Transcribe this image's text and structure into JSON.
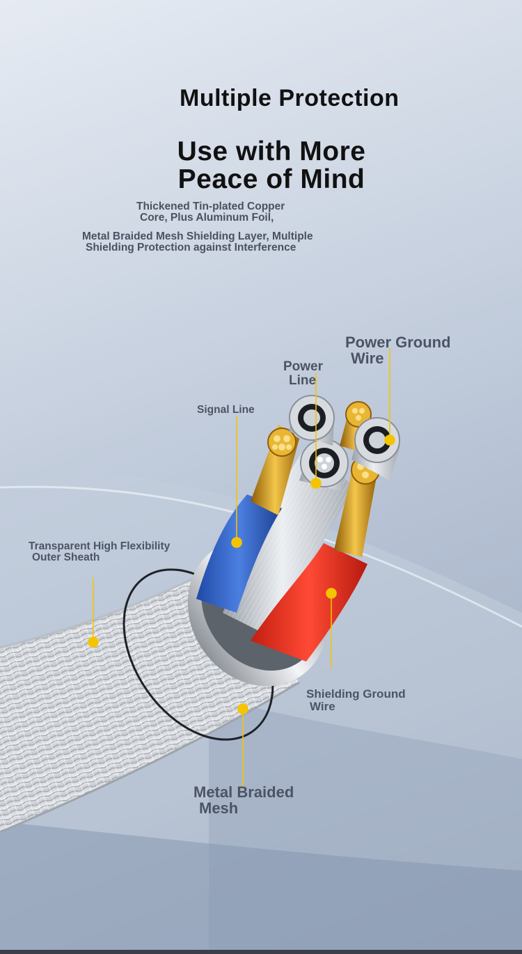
{
  "headline": "Multiple Protection",
  "subheadline": {
    "line1": "Use with More",
    "line2": "Peace of Mind"
  },
  "description": [
    {
      "line1": "Thickened Tin-plated Copper",
      "line2": "Core, Plus Aluminum Foil,"
    },
    {
      "line1": "Metal Braided Mesh Shielding Layer, Multiple",
      "line2": "Shielding Protection against Interference"
    }
  ],
  "callouts": {
    "power_ground_wire": {
      "line1": "Power Ground",
      "line2": "Wire"
    },
    "power_line": {
      "line1": "Power",
      "line2": "Line"
    },
    "signal_line": {
      "line1": "Signal Line"
    },
    "outer_sheath": {
      "line1": "Transparent High Flexibility",
      "line2": "Outer Sheath"
    },
    "shielding_ground_wire": {
      "line1": "Shielding Ground",
      "line2": "Wire"
    },
    "metal_braided_mesh": {
      "line1": "Metal Braided",
      "line2": "Mesh"
    }
  },
  "colors": {
    "callout_dot": "#f5c400",
    "signal_wire": "#2f62c8",
    "shield_wire": "#e8321e",
    "copper": "#e0a320",
    "silver": "#cfd3d8"
  }
}
